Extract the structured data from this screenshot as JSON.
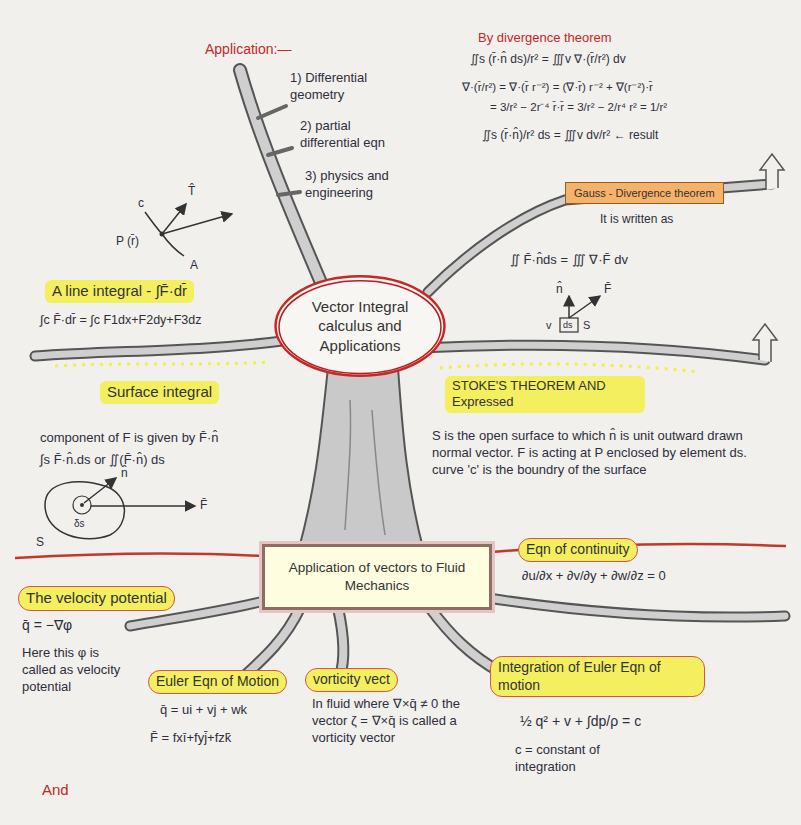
{
  "diagram": {
    "nodes": [
      {
        "text": [
          "Vector Integral calculus and Applications"
        ]
      },
      {
        "text": [
          "Gauss - Divergence theorem"
        ]
      },
      {
        "text": [
          "A line integral - ∫F̄·dr̄"
        ]
      },
      {
        "text": [
          "Surface integral"
        ]
      },
      {
        "text": [
          "STOKE'S THEOREM AND Expressed"
        ]
      },
      {
        "text": [
          "Application of vectors to Fluid Mechanics"
        ]
      },
      {
        "text": [
          "Eqn of continuity"
        ]
      },
      {
        "text": [
          "The velocity potential"
        ]
      },
      {
        "text": [
          "Euler Eqn of Motion"
        ]
      },
      {
        "text": [
          "vorticity vect"
        ]
      },
      {
        "text": [
          "Integration of Euler Eqn of motion"
        ]
      }
    ],
    "labels": [
      "Application:—",
      "1) Differential geometry",
      "2) partial differential eqn",
      "3) physics and engineering",
      "c",
      "T̂",
      "P (r̄)",
      "A",
      "By divergence theorem",
      "∬s (r̄·n̂ ds)/r² = ∭v ∇·(r̄/r²) dv",
      "∇·(r̄/r²) = ∇·(r̄ r⁻²) = (∇·r̄) r⁻² + ∇(r⁻²)·r̄",
      "= 3/r² − 2r⁻⁴ r̄·r̄ = 3/r² − 2/r⁴ r² = 1/r²",
      "∬s (r̄·n̂)/r² ds = ∭v dv/r² ← result",
      "It is written as",
      "∬ F̄·n̂ds = ∭ ∇·F̄ dv",
      "n̂",
      "F̄",
      "ds",
      "v",
      "S",
      "∫c F̄·dr̄ = ∫c F1dx+F2dy+F3dz",
      "component of F is given by F̄·n̂",
      "∫s F̄·n̂.ds or ∬(F̄·n̂) ds",
      "n̂",
      "F̄",
      "δs",
      "S",
      "S is the open surface to which n̂ is unit outward drawn normal vector. F is acting at P enclosed by element ds. curve 'c' is the boundry of the surface",
      "∂u/∂x + ∂v/∂y + ∂w/∂z = 0",
      "q̄ = −∇φ",
      "Here this φ is called as velocity potential",
      "q̄ = ui + vj + wk",
      "F̄ = fxī+fyj̄+fzk̄",
      "In fluid where ∇×q̄ ≠ 0 the vector ζ = ∇×q̄ is called a vorticity vector",
      "½ q² + v + ∫dp/ρ = c",
      "c = constant of integration",
      "And"
    ]
  }
}
